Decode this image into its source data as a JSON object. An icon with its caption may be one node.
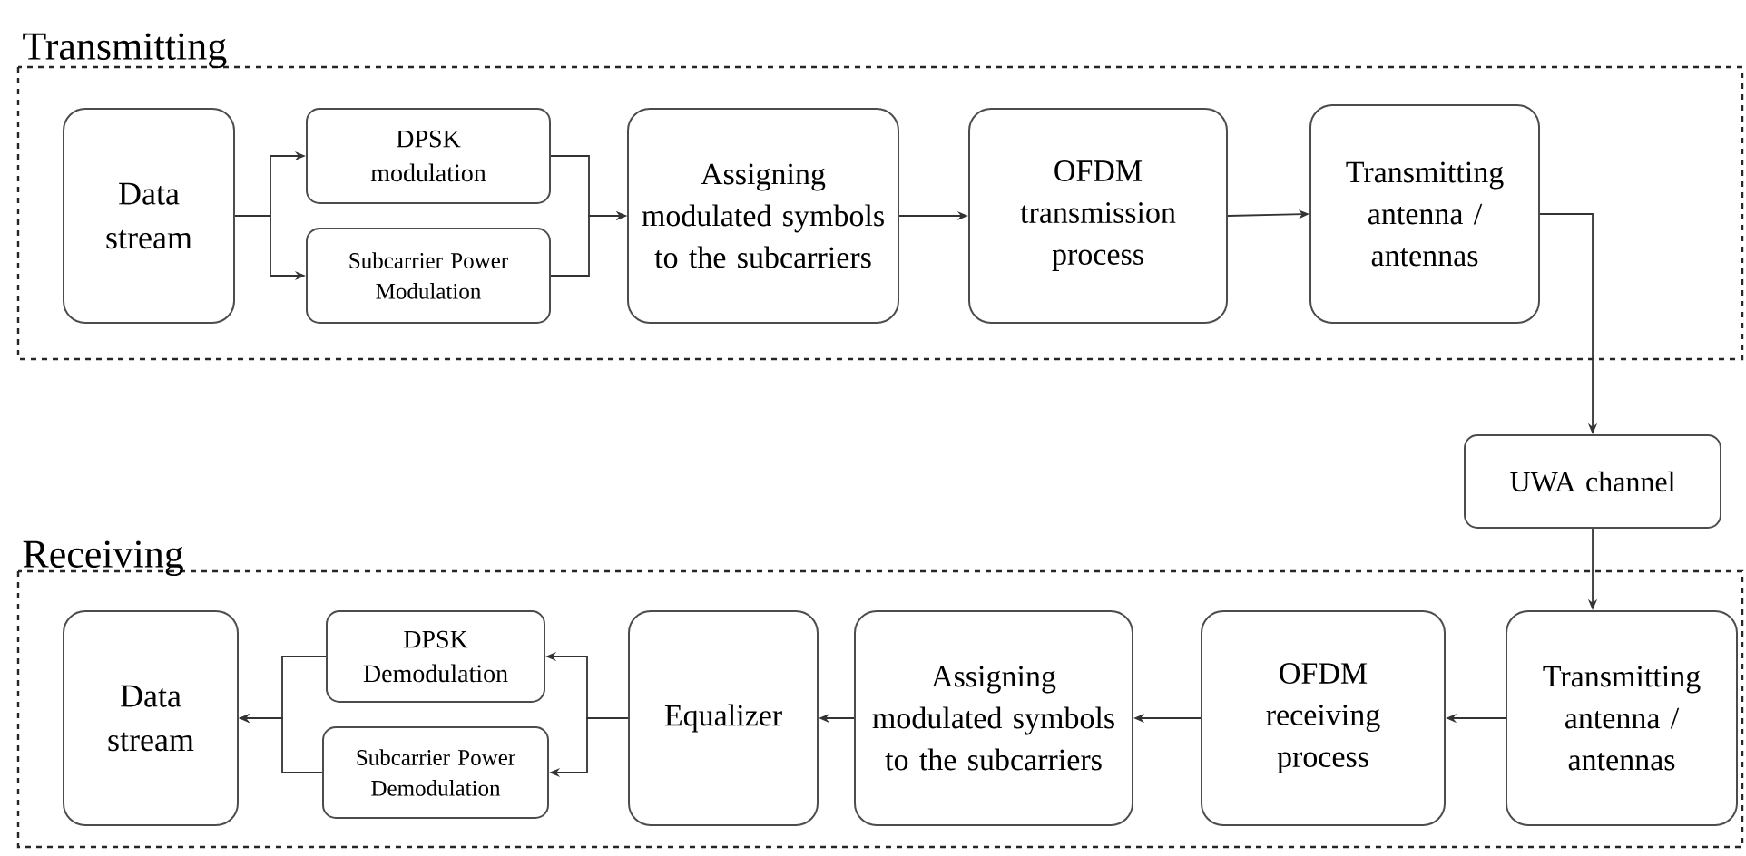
{
  "diagram": {
    "nodes": [
      {
        "text": [
          "Transmitting"
        ]
      },
      {
        "text": [
          "Data stream"
        ],
        "in": 0
      },
      {
        "text": [
          "DPSK modulation"
        ],
        "in": 0
      },
      {
        "text": [
          "Subcarrier Power Modulation"
        ],
        "in": 0
      },
      {
        "text": [
          "Assigning modulated symbols to the subcarriers"
        ],
        "in": 0
      },
      {
        "text": [
          "OFDM transmission process"
        ],
        "in": 0
      },
      {
        "text": [
          "Transmitting antenna / antennas"
        ],
        "in": 0
      },
      {
        "text": [
          "UWA channel"
        ]
      },
      {
        "text": [
          "Receiving"
        ]
      },
      {
        "text": [
          "Transmitting antenna / antennas"
        ],
        "in": 8
      },
      {
        "text": [
          "OFDM receiving process"
        ],
        "in": 8
      },
      {
        "text": [
          "Assigning modulated symbols to the subcarriers"
        ],
        "in": 8
      },
      {
        "text": [
          "Equalizer"
        ],
        "in": 8
      },
      {
        "text": [
          "DPSK Demodulation"
        ],
        "in": 8
      },
      {
        "text": [
          "Subcarrier Power Demodulation"
        ],
        "in": 8
      },
      {
        "text": [
          "Data stream"
        ],
        "in": 8
      }
    ],
    "edges": [
      {
        "from": 1,
        "to": 2,
        "arrow": "to"
      },
      {
        "from": 1,
        "to": 3,
        "arrow": "to"
      },
      {
        "from": 2,
        "to": 4,
        "arrow": "to"
      },
      {
        "from": 3,
        "to": 4,
        "arrow": "to"
      },
      {
        "from": 4,
        "to": 5,
        "arrow": "to"
      },
      {
        "from": 5,
        "to": 6,
        "arrow": "to"
      },
      {
        "from": 6,
        "to": 7,
        "arrow": "to"
      },
      {
        "from": 7,
        "to": 9,
        "arrow": "to"
      },
      {
        "from": 9,
        "to": 10,
        "arrow": "to"
      },
      {
        "from": 10,
        "to": 11,
        "arrow": "to"
      },
      {
        "from": 11,
        "to": 12,
        "arrow": "to"
      },
      {
        "from": 12,
        "to": 13,
        "arrow": "to"
      },
      {
        "from": 12,
        "to": 14,
        "arrow": "to"
      },
      {
        "from": 13,
        "to": 15,
        "arrow": "to"
      },
      {
        "from": 14,
        "to": 15,
        "arrow": "to"
      }
    ]
  }
}
